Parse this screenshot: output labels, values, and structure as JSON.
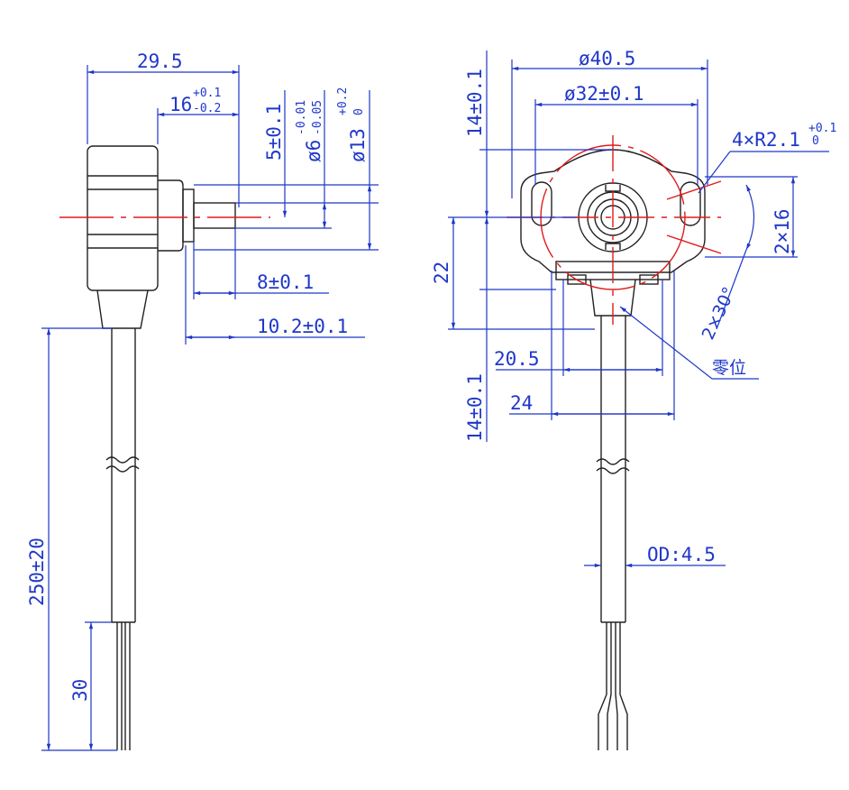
{
  "side_view": {
    "dim_total_length": "29.5",
    "dim_housing_base": "16",
    "dim_housing_tol_upper": "+0.1",
    "dim_housing_tol_lower": "-0.2",
    "dim_shaft_step": "5±0.1",
    "dim_shaft_dia": "ø6",
    "dim_shaft_dia_tol_upper": "-0.01",
    "dim_shaft_dia_tol_lower": "-0.05",
    "dim_boss_dia": "ø13",
    "dim_boss_tol_upper": "+0.2",
    "dim_boss_tol_lower": "0",
    "dim_shaft_length": "8±0.1",
    "dim_boss_length": "10.2±0.1",
    "dim_cable_length": "250±20",
    "dim_wire_strip": "30"
  },
  "front_view": {
    "dim_outer_dia": "ø40.5",
    "dim_mount_dia": "ø32±0.1",
    "dim_top_height": "14±0.1",
    "dim_slot_radius": "4×R2.1",
    "dim_slot_tol_upper": "+0.1",
    "dim_slot_tol_lower": "0",
    "dim_slot_spacing": "2×16",
    "dim_slot_angle": "2×30°",
    "dim_center_height": "22",
    "dim_connector_width": "20.5",
    "dim_bottom_height": "14±0.1",
    "dim_base_width": "24",
    "label_zero_position": "零位",
    "dim_cable_od": "OD:4.5"
  },
  "colors": {
    "dimension": "#1f37c9",
    "outline": "#222222",
    "centerline": "#e01b1b"
  }
}
